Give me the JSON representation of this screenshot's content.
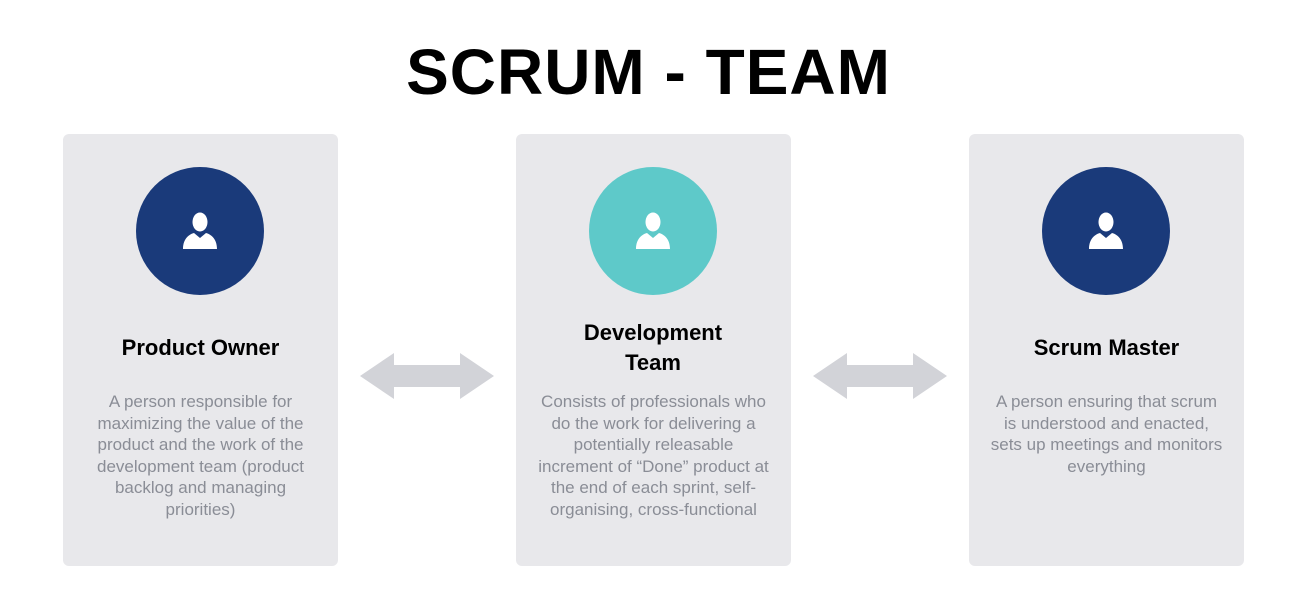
{
  "title": "SCRUM - TEAM",
  "colors": {
    "card_background": "#e8e8eb",
    "dark_blue": "#1a3a7a",
    "teal": "#5ec9c9",
    "arrow": "#d2d3d8",
    "description_text": "#8a8d96"
  },
  "roles": [
    {
      "icon": "person-icon",
      "name": "Product Owner",
      "description": "A person responsible for maximizing the value of the product and the work of the development team (product backlog and managing priorities)"
    },
    {
      "icon": "person-icon",
      "name": "Development Team",
      "description": "Consists of professionals who do the work for delivering a potentially releasable increment of “Done” product at the end of each sprint, self-organising, cross-functional"
    },
    {
      "icon": "person-icon",
      "name": "Scrum Master",
      "description": "A person ensuring that scrum is understood and enacted, sets up meetings and monitors everything"
    }
  ],
  "connectors": [
    {
      "icon": "double-arrow-icon"
    },
    {
      "icon": "double-arrow-icon"
    }
  ]
}
